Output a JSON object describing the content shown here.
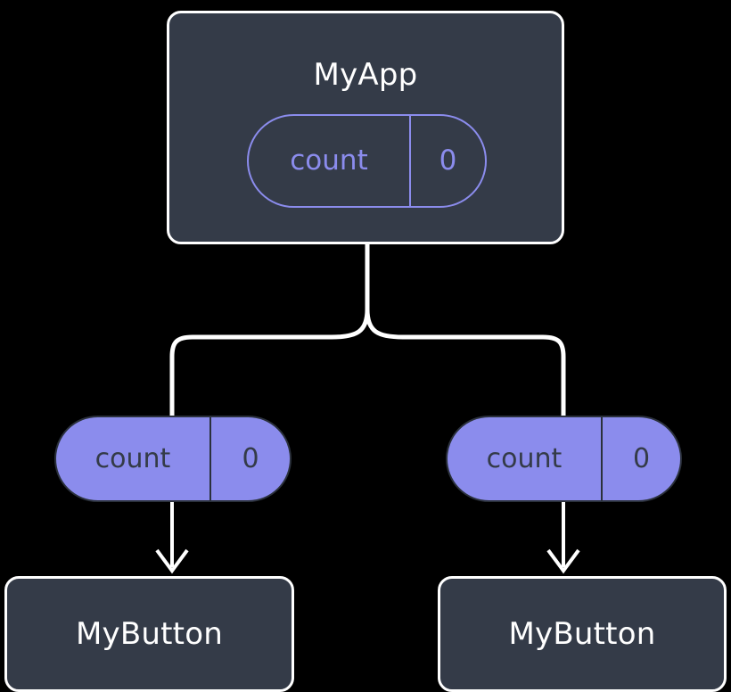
{
  "diagram": {
    "title_hidden": "",
    "background_color": "#000000",
    "node_fill": "#343b48",
    "node_border": "#ffffff",
    "accent": "#8b8ced",
    "wire_color": "#ffffff",
    "root": {
      "label": "MyApp",
      "state": {
        "key": "count",
        "value": "0"
      }
    },
    "children": [
      {
        "state": {
          "key": "count",
          "value": "0"
        },
        "label": "MyButton"
      },
      {
        "state": {
          "key": "count",
          "value": "0"
        },
        "label": "MyButton"
      }
    ]
  }
}
